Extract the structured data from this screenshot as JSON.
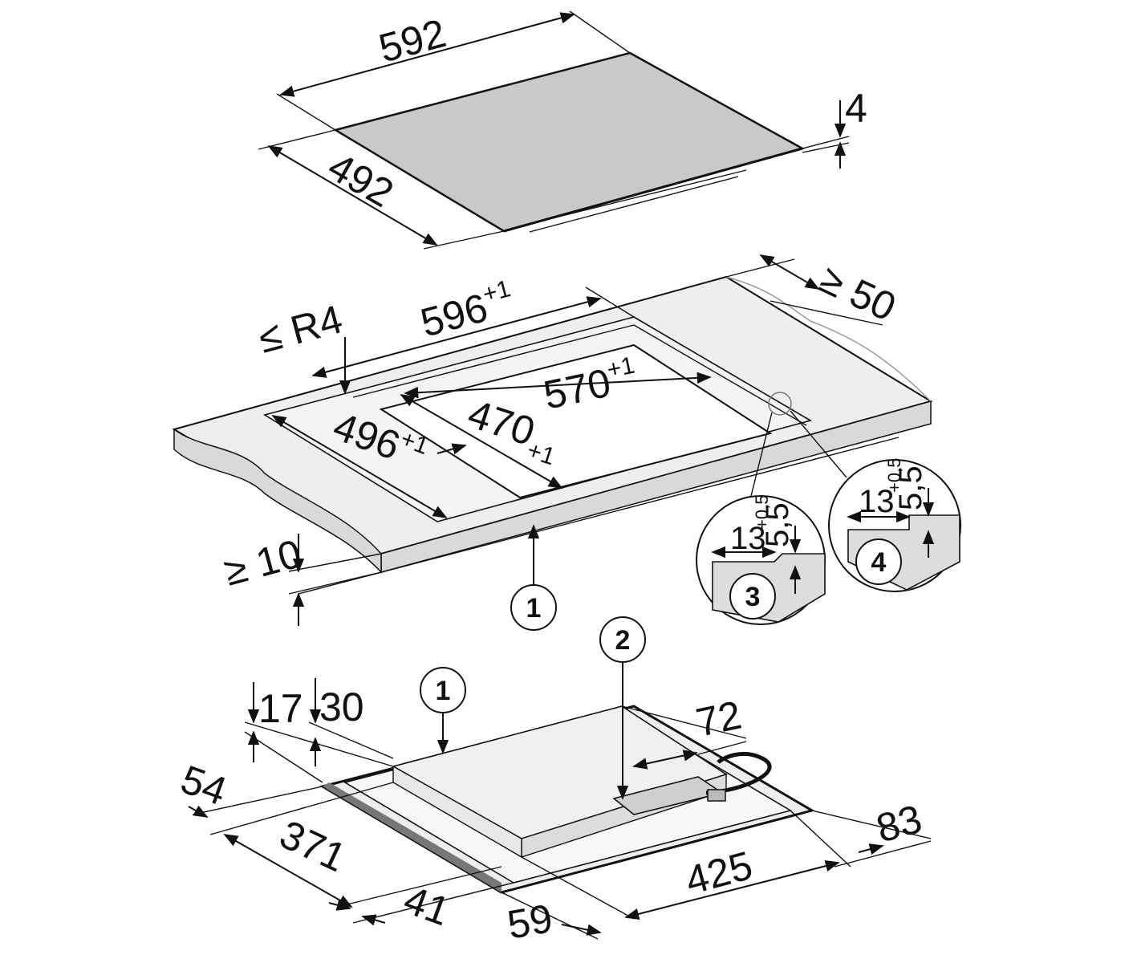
{
  "hob": {
    "width": "592",
    "depth": "492",
    "thickness": "4"
  },
  "worktop": {
    "radius": "≤ R4",
    "recess_width": "596",
    "recess_width_tol": "+1",
    "cutout_width": "570",
    "cutout_width_tol": "+1",
    "cutout_depth": "470",
    "cutout_depth_tol": "+1",
    "recess_depth": "496",
    "recess_depth_tol": "+1",
    "rear_clearance": "≥ 50",
    "thickness_min": "≥ 10",
    "callout": "1"
  },
  "detail_3": {
    "callout": "3",
    "width": "13",
    "depth": "5,5",
    "depth_tol": "+0,5"
  },
  "detail_4": {
    "callout": "4",
    "width": "13",
    "depth": "5,5",
    "depth_tol": "+0,5"
  },
  "underside": {
    "callout_1": "1",
    "callout_2": "2",
    "dim_17": "17",
    "dim_30": "30",
    "dim_54": "54",
    "dim_371": "371",
    "dim_41": "41",
    "dim_59": "59",
    "dim_425": "425",
    "dim_83": "83",
    "dim_72": "72"
  }
}
